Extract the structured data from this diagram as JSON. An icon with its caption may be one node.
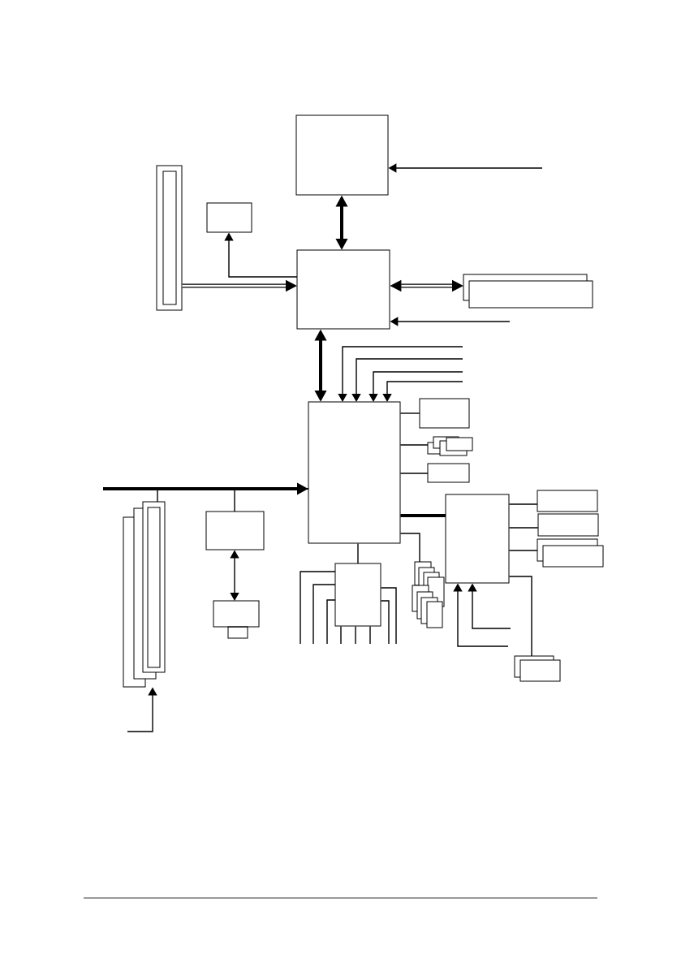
{
  "diagram": {
    "nodes": [
      {
        "text": [],
        "shape": "box"
      },
      {
        "text": [],
        "shape": "box"
      },
      {
        "text": [],
        "shape": "box"
      },
      {
        "text": [],
        "shape": "box"
      },
      {
        "text": [],
        "shape": "box"
      },
      {
        "text": [],
        "shape": "box"
      },
      {
        "text": [],
        "shape": "box"
      },
      {
        "text": [],
        "shape": "box"
      },
      {
        "text": [],
        "shape": "box"
      },
      {
        "text": [],
        "shape": "box"
      },
      {
        "text": [],
        "shape": "box"
      },
      {
        "text": [],
        "shape": "box"
      },
      {
        "text": [],
        "shape": "box"
      },
      {
        "text": [],
        "shape": "box"
      },
      {
        "text": [],
        "shape": "box"
      },
      {
        "text": [],
        "shape": "box"
      },
      {
        "text": [],
        "shape": "box"
      },
      {
        "text": [],
        "shape": "box"
      },
      {
        "text": [],
        "shape": "box"
      }
    ],
    "edges": [
      {
        "from": null,
        "to": 0,
        "arrow": "to"
      },
      {
        "from": 0,
        "to": 3,
        "arrow": "both",
        "style": "thick"
      },
      {
        "from": 3,
        "to": 1,
        "arrow": "to"
      },
      {
        "from": 2,
        "to": 3,
        "arrow": "to",
        "style": "thick"
      },
      {
        "from": 3,
        "to": 4,
        "arrow": "both",
        "style": "thick"
      },
      {
        "from": null,
        "to": 3,
        "arrow": "to"
      },
      {
        "from": 3,
        "to": 5,
        "arrow": "both",
        "style": "thick"
      },
      {
        "from": null,
        "to": 5,
        "arrow": "to"
      },
      {
        "from": null,
        "to": 5,
        "arrow": "to"
      },
      {
        "from": null,
        "to": 5,
        "arrow": "to"
      },
      {
        "from": null,
        "to": 5,
        "arrow": "to"
      },
      {
        "from": null,
        "to": 5,
        "arrow": "to",
        "style": "thick"
      },
      {
        "from": 5,
        "to": 9,
        "arrow": "none"
      },
      {
        "from": 5,
        "to": 10,
        "arrow": "none"
      },
      {
        "from": 10,
        "to": 11,
        "arrow": "both"
      },
      {
        "from": null,
        "to": 9,
        "arrow": "to"
      },
      {
        "from": 5,
        "to": 6,
        "arrow": "none"
      },
      {
        "from": 5,
        "to": 7,
        "arrow": "none"
      },
      {
        "from": 5,
        "to": 8,
        "arrow": "none"
      },
      {
        "from": 5,
        "to": 12,
        "arrow": "none",
        "style": "thick"
      },
      {
        "from": 5,
        "to": 17,
        "arrow": "none"
      },
      {
        "from": 5,
        "to": 16,
        "arrow": "none"
      },
      {
        "from": 16,
        "to": null,
        "arrow": "none"
      },
      {
        "from": 16,
        "to": null,
        "arrow": "none"
      },
      {
        "from": 16,
        "to": null,
        "arrow": "none"
      },
      {
        "from": 16,
        "to": null,
        "arrow": "none"
      },
      {
        "from": 16,
        "to": null,
        "arrow": "none"
      },
      {
        "from": 16,
        "to": null,
        "arrow": "none"
      },
      {
        "from": 16,
        "to": null,
        "arrow": "none"
      },
      {
        "from": 16,
        "to": null,
        "arrow": "none"
      },
      {
        "from": 12,
        "to": 13,
        "arrow": "none"
      },
      {
        "from": 12,
        "to": 14,
        "arrow": "none"
      },
      {
        "from": 12,
        "to": 15,
        "arrow": "none"
      },
      {
        "from": 12,
        "to": 18,
        "arrow": "none"
      },
      {
        "from": null,
        "to": 12,
        "arrow": "to"
      },
      {
        "from": null,
        "to": 12,
        "arrow": "to"
      }
    ]
  }
}
